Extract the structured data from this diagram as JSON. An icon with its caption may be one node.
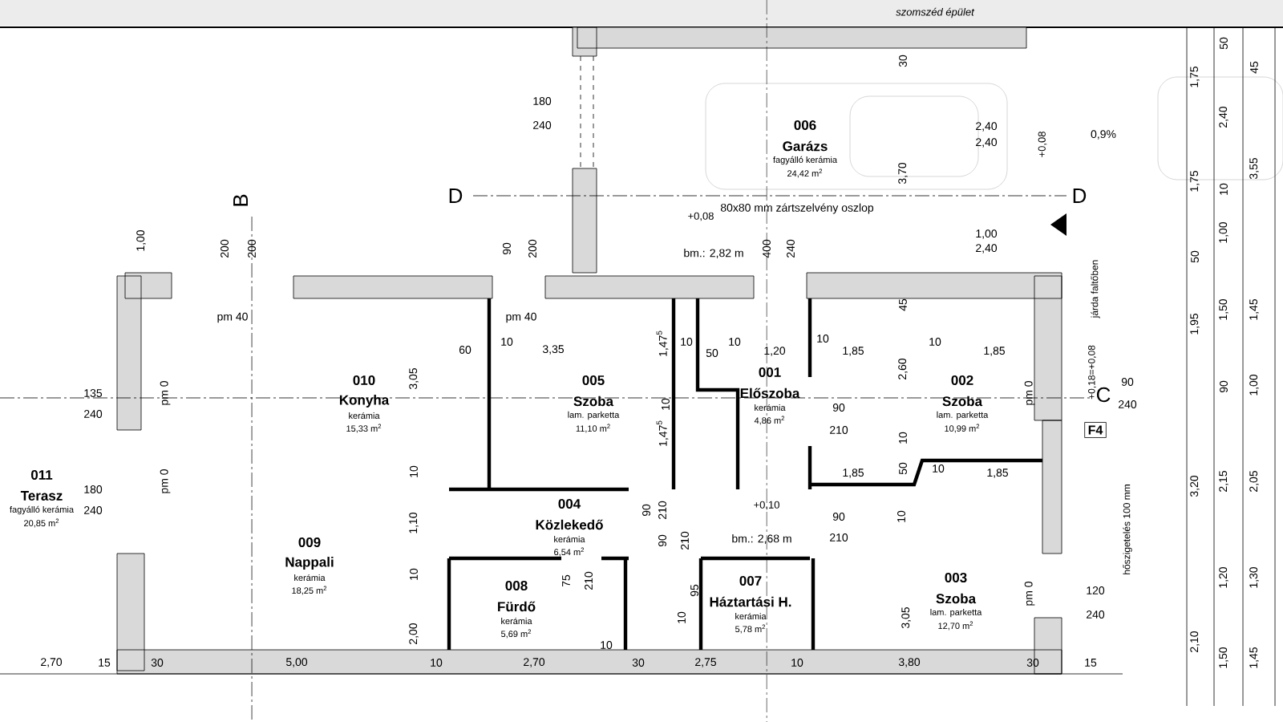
{
  "diagram": {
    "nodes": [
      {
        "text": [
          "F4"
        ]
      }
    ],
    "labels": [
      "006",
      "Garázs",
      "fagyálló kerámia",
      "24,42 m$^{2}$",
      "010",
      "Konyha",
      "kerámia",
      "15,33 m$^{2}$",
      "005",
      "Szoba",
      "lam. parketta",
      "11,10 m$^{2}$",
      "001",
      "Előszoba",
      "kerámia",
      "4,86 m$^{2}$",
      "002",
      "Szoba",
      "lam. parketta",
      "10,99 m$^{2}$",
      "011",
      "Terasz",
      "fagyálló kerámia",
      "20,85 m$^{2}$",
      "004",
      "Közlekedő",
      "kerámia",
      "6,54 m$^{2}$",
      "009",
      "Nappali",
      "kerámia",
      "18,25 m$^{2}$",
      "007",
      "Háztartási H.",
      "kerámia",
      "5,78 m$^{2}$",
      "003",
      "Szoba",
      "lam. parketta",
      "12,70 m$^{2}$",
      "008",
      "Fürdő",
      "kerámia",
      "5,69 m$^{2}$",
      "szomszéd épület",
      "180",
      "240",
      "30",
      "3,70",
      "45",
      "2,60",
      "10",
      "3,05",
      "2,40",
      "2,40",
      "1,00",
      "2,40",
      "+0,08",
      "0,9%",
      "B",
      "D",
      "D",
      "C",
      "80x80 mm zártszelvény oszlop",
      "+0,08",
      "bm.: 2,82 m",
      "1,00",
      "200",
      "200",
      "90",
      "200",
      "400",
      "240",
      "járda faltőben",
      "+0,18=+0,08",
      "pm 40",
      "pm 40",
      "60",
      "10",
      "3,35",
      "10",
      "50",
      "10",
      "1,20",
      "10",
      "1,85",
      "10",
      "1,85",
      "1,47$^{5}$",
      "10",
      "1,47$^{5}$",
      "3,05",
      "10",
      "1,10",
      "10",
      "2,00",
      "135",
      "240",
      "180",
      "240",
      "pm 0",
      "pm 0",
      "pm 0",
      "pm 0",
      "90",
      "240",
      "120",
      "240",
      "90",
      "210",
      "90",
      "210",
      "1,85",
      "50",
      "10",
      "1,85",
      "10",
      "+0,10",
      "bm.: 2,68 m",
      "90",
      "210",
      "90",
      "210",
      "75",
      "210",
      "95",
      "10",
      "hőszigetelés 100 mm",
      "10",
      "2,70",
      "15",
      "30",
      "5,00",
      "10",
      "2,70",
      "30",
      "2,75",
      "10",
      "3,80",
      "30",
      "15",
      "1,75",
      "1,75",
      "50",
      "1,95",
      "3,20",
      "2,10",
      "50",
      "2,40",
      "10",
      "1,00",
      "1,50",
      "90",
      "2,15",
      "1,20",
      "1,50",
      "45",
      "3,55",
      "1,45",
      "1,00",
      "2,05",
      "1,30",
      "1,45"
    ]
  }
}
